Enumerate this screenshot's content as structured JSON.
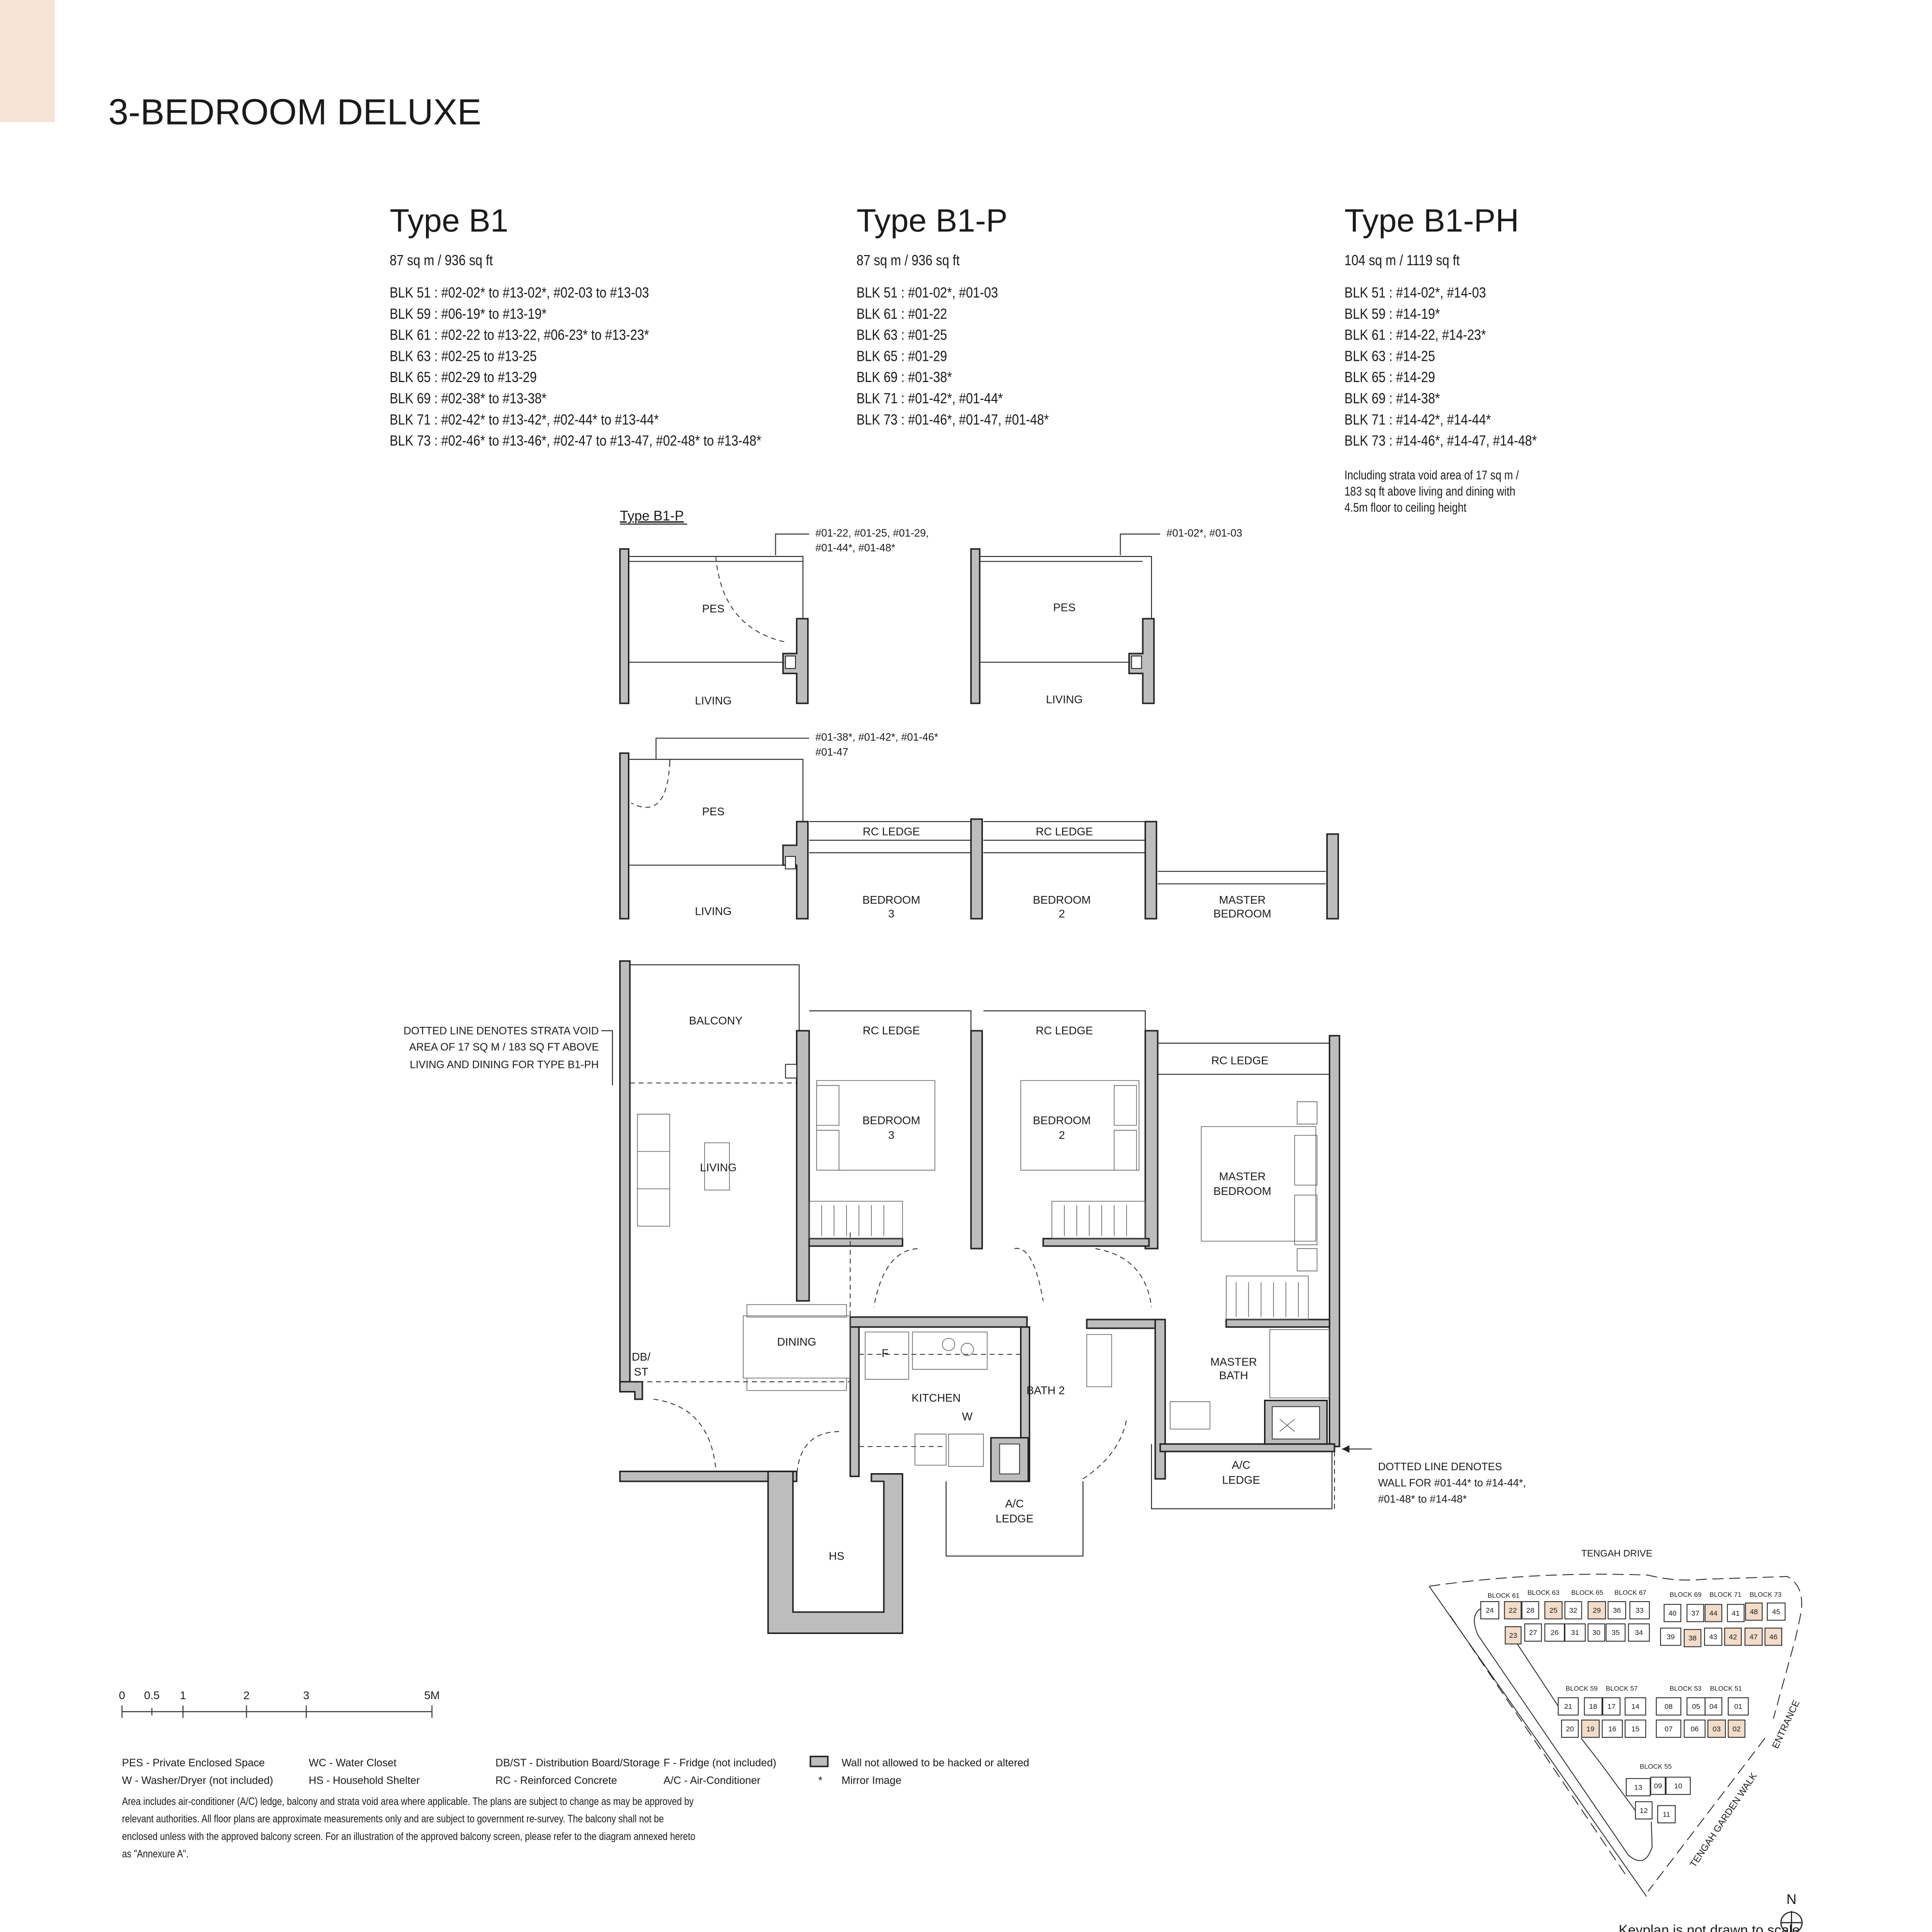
{
  "colors": {
    "accent": "#f5e3d3",
    "wall": "#bdbdbd",
    "highlight": "#f2dcc8"
  },
  "page_title": "3-BEDROOM DELUXE",
  "types": [
    {
      "name": "Type B1",
      "area": "87 sq m / 936 sq ft",
      "units": [
        "BLK 51 : #02-02* to #13-02*, #02-03 to #13-03",
        "BLK 59 : #06-19* to #13-19*",
        "BLK 61 : #02-22 to #13-22, #06-23* to #13-23*",
        "BLK 63 : #02-25 to #13-25",
        "BLK 65 : #02-29 to #13-29",
        "BLK 69 : #02-38* to #13-38*",
        "BLK 71 : #02-42* to #13-42*, #02-44* to #13-44*",
        "BLK 73 : #02-46* to #13-46*, #02-47 to #13-47, #02-48* to #13-48*"
      ]
    },
    {
      "name": "Type B1-P",
      "area": "87 sq m / 936 sq ft",
      "units": [
        "BLK 51 : #01-02*, #01-03",
        "BLK 61 : #01-22",
        "BLK 63 : #01-25",
        "BLK 65 : #01-29",
        "BLK 69 : #01-38*",
        "BLK 71 : #01-42*, #01-44*",
        "BLK 73 : #01-46*, #01-47, #01-48*"
      ]
    },
    {
      "name": "Type B1-PH",
      "area": "104 sq m / 1119 sq ft",
      "units": [
        "BLK 51 : #14-02*, #14-03",
        "BLK 59 : #14-19*",
        "BLK 61 : #14-22, #14-23*",
        "BLK 63 : #14-25",
        "BLK 65 : #14-29",
        "BLK 69 : #14-38*",
        "BLK 71 : #14-42*, #14-44*",
        "BLK 73 : #14-46*, #14-47, #14-48*"
      ],
      "note": [
        "Including strata void area of 17 sq m /",
        "183 sq ft above living and dining with",
        "4.5m floor to ceiling height"
      ]
    }
  ],
  "inset": {
    "title": "Type B1-P",
    "variant1": {
      "units": [
        "#01-22, #01-25, #01-29,",
        "#01-44*, #01-48*"
      ],
      "pes": "PES",
      "living": "LIVING"
    },
    "variant2": {
      "units": [
        "#01-02*, #01-03"
      ],
      "pes": "PES",
      "living": "LIVING"
    },
    "variant3": {
      "units": [
        "#01-38*, #01-42*, #01-46*",
        "#01-47"
      ],
      "pes": "PES",
      "living": "LIVING",
      "rc_ledge": "RC LEDGE",
      "bedroom3": [
        "BEDROOM",
        "3"
      ],
      "bedroom2": [
        "BEDROOM",
        "2"
      ],
      "master": [
        "MASTER",
        "BEDROOM"
      ]
    }
  },
  "plan": {
    "balcony": "BALCONY",
    "rc_ledge": "RC LEDGE",
    "bedroom3": [
      "BEDROOM",
      "3"
    ],
    "bedroom2": [
      "BEDROOM",
      "2"
    ],
    "master_bedroom": [
      "MASTER",
      "BEDROOM"
    ],
    "living": "LIVING",
    "dining": "DINING",
    "dbst": [
      "DB/",
      "ST"
    ],
    "kitchen": "KITCHEN",
    "fridge": "F",
    "washer": "W",
    "bath2": "BATH 2",
    "master_bath": [
      "MASTER",
      "BATH"
    ],
    "ac_ledge": [
      "A/C",
      "LEDGE"
    ],
    "hs": "HS",
    "note_left": [
      "DOTTED LINE DENOTES STRATA VOID",
      "AREA OF 17 SQ M / 183 SQ FT ABOVE",
      "LIVING AND DINING FOR TYPE  B1-PH"
    ],
    "note_right": [
      "DOTTED LINE DENOTES",
      "WALL FOR #01-44* to #14-44*,",
      "#01-48* to #14-48*"
    ]
  },
  "scale_bar": {
    "ticks": [
      "0",
      "0.5",
      "1",
      "2",
      "3",
      "5M"
    ]
  },
  "legend": {
    "items": [
      "PES - Private Enclosed Space",
      "WC - Water Closet",
      "DB/ST - Distribution Board/Storage",
      "F - Fridge (not included)",
      "W - Washer/Dryer (not included)",
      "HS - Household Shelter",
      "RC - Reinforced Concrete",
      "A/C - Air-Conditioner"
    ],
    "wall_note": "Wall not allowed to be hacked or altered",
    "mirror_symbol": "*",
    "mirror_note": "Mirror Image",
    "disclaimer": [
      "Area includes air-conditioner (A/C) ledge, balcony and strata void area where applicable. The plans are subject to change as may be approved by",
      "relevant authorities. All floor plans are approximate measurements only and are subject to government re-survey. The balcony shall not be",
      "enclosed unless with the approved balcony screen. For an illustration of the approved balcony screen, please refer to the diagram annexed hereto",
      "as \"Annexure A\"."
    ]
  },
  "keyplan": {
    "road_top": "TENGAH  DRIVE",
    "road_side": "TENGAH   GARDEN   WALK",
    "entrance": "ENTRANCE",
    "blocks": [
      "BLOCK 61",
      "BLOCK 63",
      "BLOCK 65",
      "BLOCK 67",
      "BLOCK 69",
      "BLOCK 71",
      "BLOCK 73",
      "BLOCK 59",
      "BLOCK 57",
      "BLOCK 53",
      "BLOCK 51",
      "BLOCK 55"
    ],
    "units": [
      {
        "label": "24",
        "highlighted": false
      },
      {
        "label": "22",
        "highlighted": true
      },
      {
        "label": "28",
        "highlighted": false
      },
      {
        "label": "25",
        "highlighted": true
      },
      {
        "label": "32",
        "highlighted": false
      },
      {
        "label": "29",
        "highlighted": true
      },
      {
        "label": "36",
        "highlighted": false
      },
      {
        "label": "33",
        "highlighted": false
      },
      {
        "label": "40",
        "highlighted": false
      },
      {
        "label": "37",
        "highlighted": false
      },
      {
        "label": "44",
        "highlighted": true
      },
      {
        "label": "41",
        "highlighted": false
      },
      {
        "label": "48",
        "highlighted": true
      },
      {
        "label": "45",
        "highlighted": false
      },
      {
        "label": "23",
        "highlighted": true
      },
      {
        "label": "27",
        "highlighted": false
      },
      {
        "label": "26",
        "highlighted": false
      },
      {
        "label": "31",
        "highlighted": false
      },
      {
        "label": "30",
        "highlighted": false
      },
      {
        "label": "35",
        "highlighted": false
      },
      {
        "label": "34",
        "highlighted": false
      },
      {
        "label": "39",
        "highlighted": false
      },
      {
        "label": "38",
        "highlighted": true
      },
      {
        "label": "43",
        "highlighted": false
      },
      {
        "label": "42",
        "highlighted": true
      },
      {
        "label": "47",
        "highlighted": true
      },
      {
        "label": "46",
        "highlighted": true
      },
      {
        "label": "21",
        "highlighted": false
      },
      {
        "label": "18",
        "highlighted": false
      },
      {
        "label": "17",
        "highlighted": false
      },
      {
        "label": "14",
        "highlighted": false
      },
      {
        "label": "08",
        "highlighted": false
      },
      {
        "label": "05",
        "highlighted": false
      },
      {
        "label": "04",
        "highlighted": false
      },
      {
        "label": "01",
        "highlighted": false
      },
      {
        "label": "20",
        "highlighted": false
      },
      {
        "label": "19",
        "highlighted": true
      },
      {
        "label": "16",
        "highlighted": false
      },
      {
        "label": "15",
        "highlighted": false
      },
      {
        "label": "07",
        "highlighted": false
      },
      {
        "label": "06",
        "highlighted": false
      },
      {
        "label": "03",
        "highlighted": true
      },
      {
        "label": "02",
        "highlighted": true
      },
      {
        "label": "13",
        "highlighted": false
      },
      {
        "label": "09",
        "highlighted": false
      },
      {
        "label": "10",
        "highlighted": false
      },
      {
        "label": "12",
        "highlighted": false
      },
      {
        "label": "11",
        "highlighted": false
      }
    ],
    "north": "N",
    "note": "Keyplan is not drawn to scale"
  }
}
